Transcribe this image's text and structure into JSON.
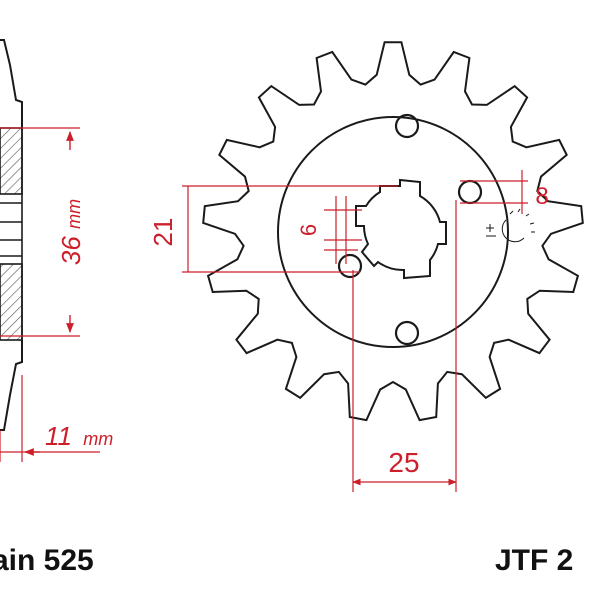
{
  "labels": {
    "chain": "ain 525",
    "part_number": "JTF 2"
  },
  "dimensions": {
    "shaft_diameter_value": "36",
    "shaft_diameter_unit": "mm",
    "width_value": "11",
    "width_unit": "mm",
    "spline_height": "21",
    "spline_width": "6",
    "bolt_spacing": "25",
    "hole_size": "8"
  },
  "colors": {
    "outline": "#1a1a1a",
    "dimension": "#cc1f2a",
    "hatch": "#555555"
  },
  "sprocket": {
    "teeth": 17
  }
}
